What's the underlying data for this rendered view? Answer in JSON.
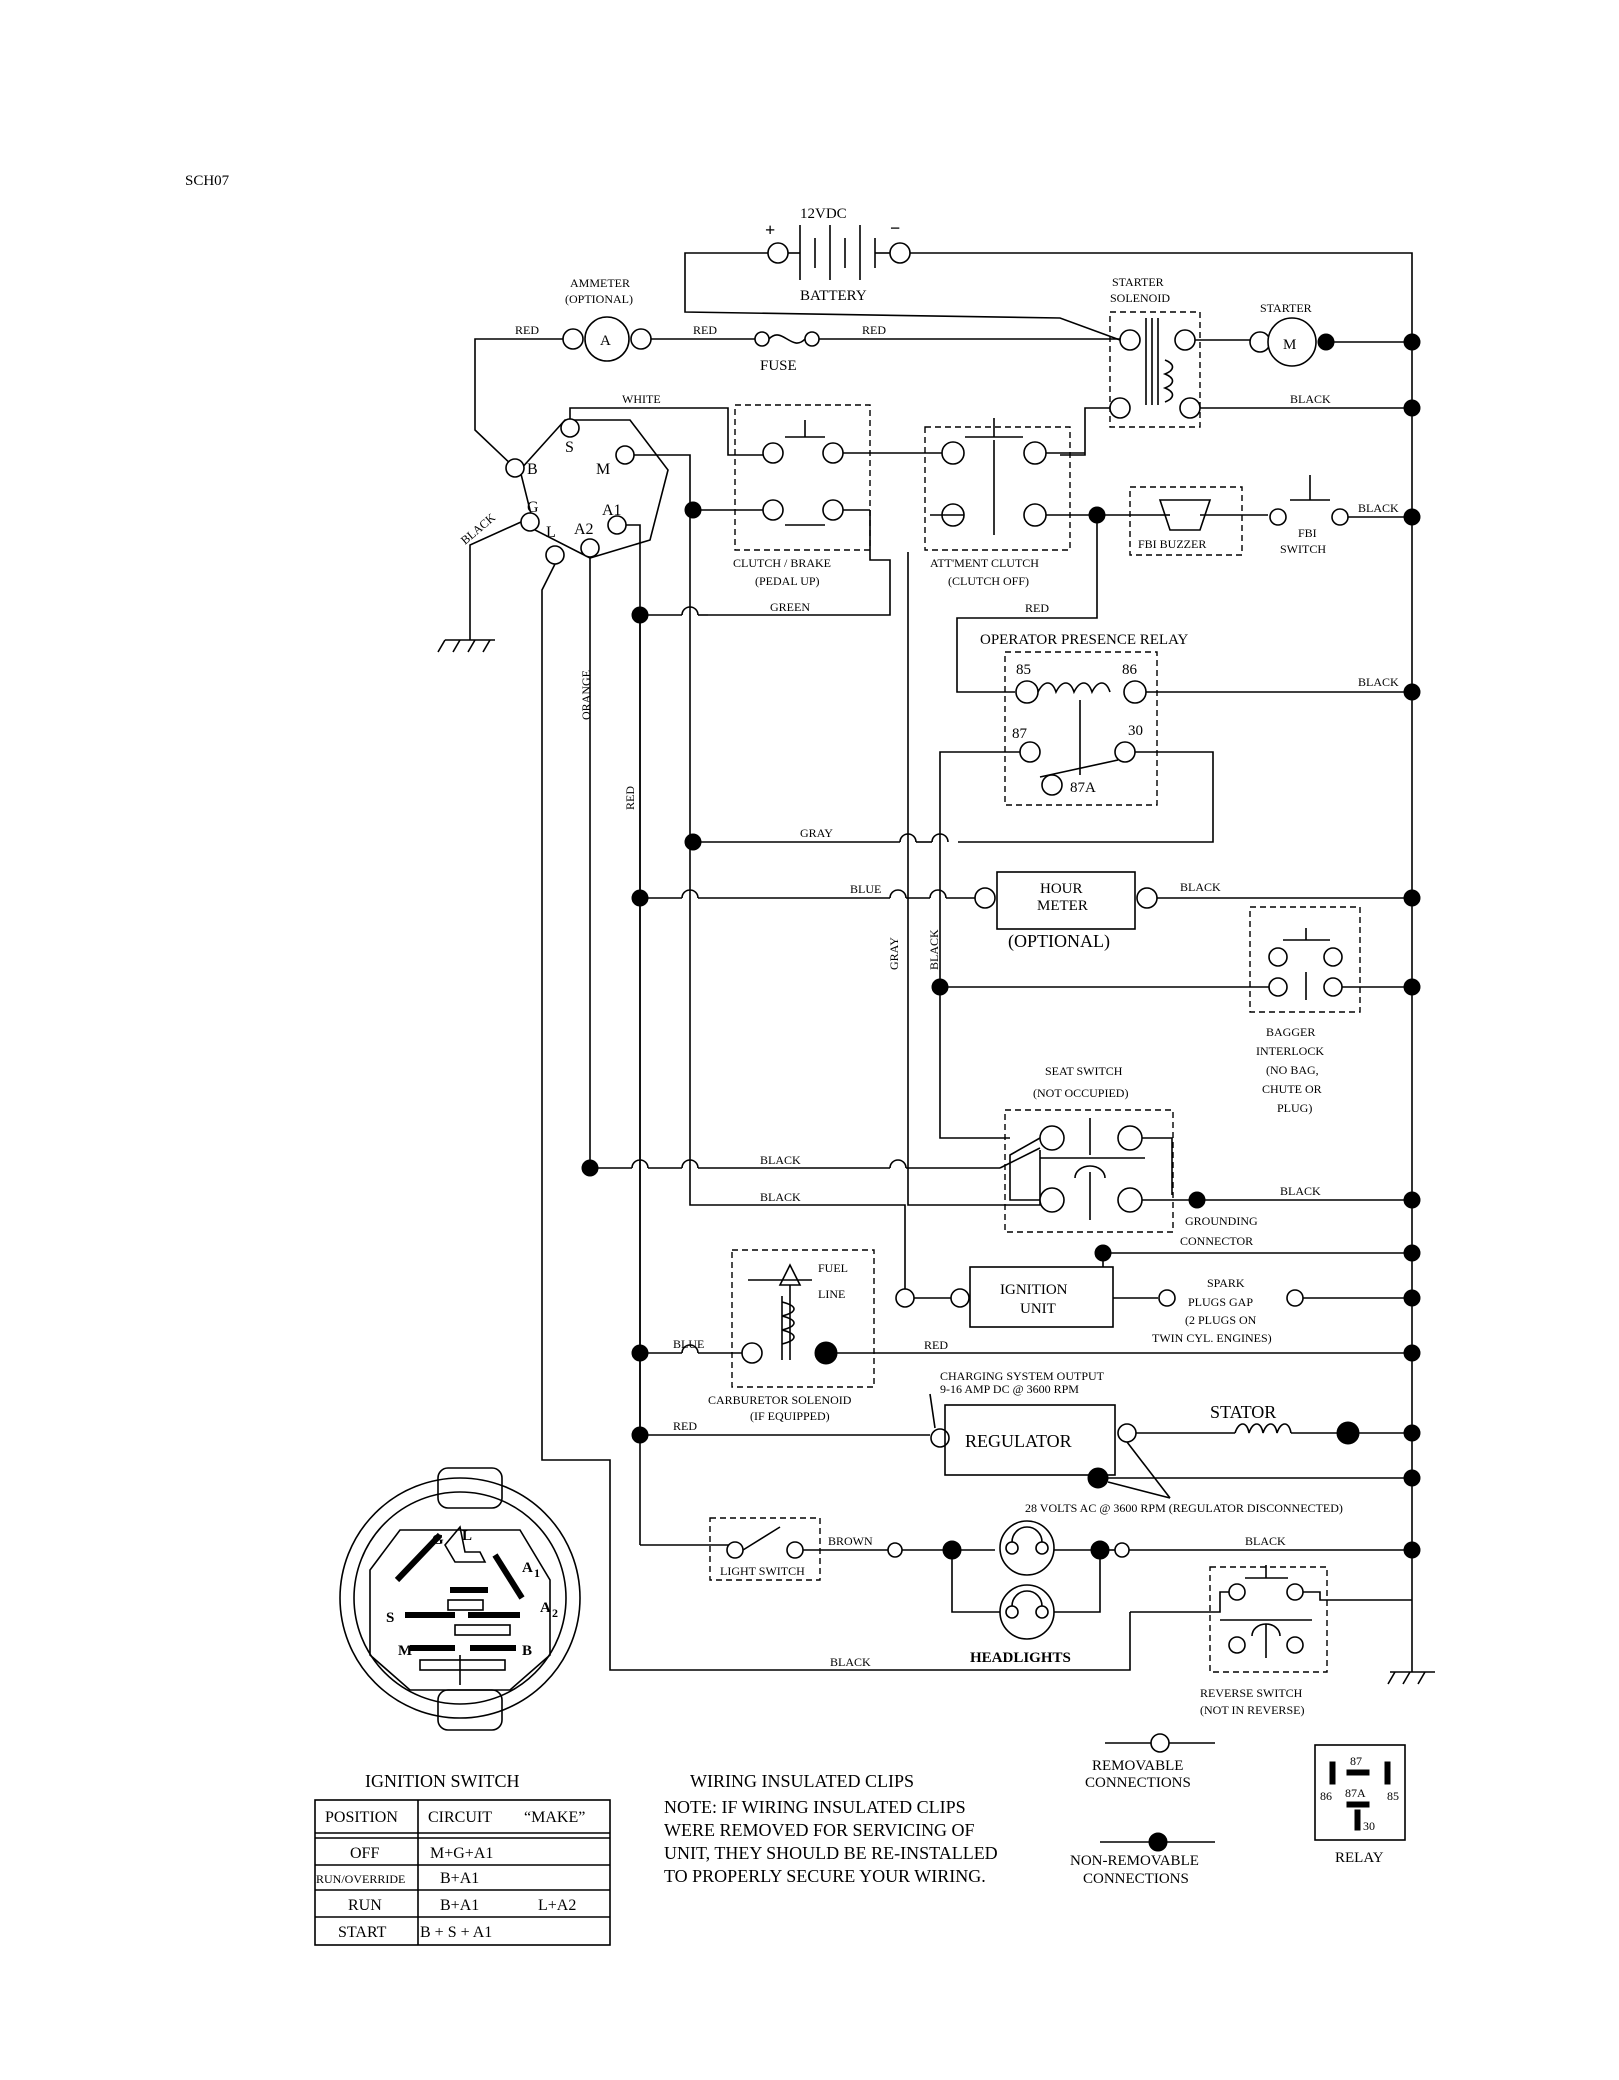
{
  "doc_id": "SCH07",
  "battery": {
    "voltage": "12VDC",
    "plus": "+",
    "minus": "−",
    "label": "BATTERY"
  },
  "ammeter": {
    "label": "AMMETER",
    "sub": "(OPTIONAL)",
    "symbol": "A"
  },
  "fuse": "FUSE",
  "starter_solenoid": {
    "l1": "STARTER",
    "l2": "SOLENOID"
  },
  "starter": {
    "label": "STARTER",
    "symbol": "M"
  },
  "ignition_pins": {
    "b": "B",
    "s": "S",
    "m": "M",
    "g": "G",
    "a1": "A1",
    "l": "L",
    "a2": "A2"
  },
  "wires": {
    "red": "RED",
    "white": "WHITE",
    "black": "BLACK",
    "green": "GREEN",
    "orange": "ORANGE",
    "gray": "GRAY",
    "blue": "BLUE",
    "brown": "BROWN"
  },
  "clutch_brake": {
    "l1": "CLUTCH / BRAKE",
    "l2": "(PEDAL UP)"
  },
  "attment_clutch": {
    "l1": "ATT'MENT CLUTCH",
    "l2": "(CLUTCH OFF)"
  },
  "fbi_buzzer": "FBI BUZZER",
  "fbi_switch": {
    "l1": "FBI",
    "l2": "SWITCH"
  },
  "relay_opr": {
    "title": "OPERATOR PRESENCE RELAY",
    "p85": "85",
    "p86": "86",
    "p87": "87",
    "p30": "30",
    "p87a": "87A"
  },
  "hour_meter": {
    "l1": "HOUR",
    "l2": "METER",
    "opt": "(OPTIONAL)"
  },
  "bagger": {
    "l1": "BAGGER",
    "l2": "INTERLOCK",
    "l3": "(NO BAG,",
    "l4": "CHUTE OR",
    "l5": "PLUG)"
  },
  "seat_switch": {
    "l1": "SEAT SWITCH",
    "l2": "(NOT OCCUPIED)"
  },
  "grounding": {
    "l1": "GROUNDING",
    "l2": "CONNECTOR"
  },
  "fuel_line": {
    "l1": "FUEL",
    "l2": "LINE"
  },
  "ignition_unit": {
    "l1": "IGNITION",
    "l2": "UNIT"
  },
  "spark": {
    "l1": "SPARK",
    "l2": "PLUGS GAP",
    "l3": "(2 PLUGS ON",
    "l4": "TWIN CYL. ENGINES)"
  },
  "carb": {
    "l1": "CARBURETOR SOLENOID",
    "l2": "(IF EQUIPPED)"
  },
  "charging": {
    "l1": "CHARGING SYSTEM OUTPUT",
    "l2": "9-16 AMP DC @ 3600 RPM"
  },
  "regulator": "REGULATOR",
  "stator": "STATOR",
  "volts_note": "28 VOLTS AC @ 3600 RPM (REGULATOR DISCONNECTED)",
  "light_switch": "LIGHT SWITCH",
  "headlights": "HEADLIGHTS",
  "reverse": {
    "l1": "REVERSE SWITCH",
    "l2": "(NOT IN REVERSE)"
  },
  "ign_face": {
    "g": "G",
    "l": "L",
    "a1": "A",
    "a1s": "1",
    "s": "S",
    "a2": "A",
    "a2s": "2",
    "m": "M",
    "b": "B"
  },
  "ignition_switch_title": "IGNITION SWITCH",
  "ign_table": {
    "headers": [
      "POSITION",
      "CIRCUIT",
      "“MAKE”"
    ],
    "rows": [
      {
        "pos": "OFF",
        "c1": "M+G+A1",
        "c2": ""
      },
      {
        "pos": "RUN/OVERRIDE",
        "c1": "B+A1",
        "c2": ""
      },
      {
        "pos": "RUN",
        "c1": "B+A1",
        "c2": "L+A2"
      },
      {
        "pos": "START",
        "c1": "B + S + A1",
        "c2": ""
      }
    ]
  },
  "clips": {
    "title": "WIRING INSULATED CLIPS",
    "l1": "NOTE:  IF WIRING INSULATED CLIPS",
    "l2": "WERE REMOVED FOR SERVICING OF",
    "l3": " UNIT, THEY SHOULD BE RE-INSTALLED",
    "l4": "TO PROPERLY SECURE YOUR WIRING."
  },
  "legend": {
    "removable_l1": "REMOVABLE",
    "removable_l2": "CONNECTIONS",
    "nonremovable_l1": "NON-REMOVABLE",
    "nonremovable_l2": "CONNECTIONS"
  },
  "relay_legend": {
    "p87": "87",
    "p86": "86",
    "p87a": "87A",
    "p85": "85",
    "p30": "30",
    "label": "RELAY"
  }
}
